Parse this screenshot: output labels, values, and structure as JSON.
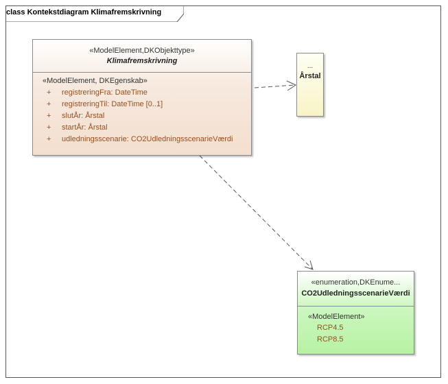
{
  "frame": {
    "title": "class Kontekstdiagram Klimafremskrivning"
  },
  "classes": {
    "klima": {
      "stereotype": "«ModelElement,DKObjekttype»",
      "name": "Klimafremskrivning",
      "attr_group": "«ModelElement, DKEgenskab»",
      "attributes": [
        {
          "vis": "+",
          "text": "registreringFra: DateTime"
        },
        {
          "vis": "+",
          "text": "registreringTil: DateTime [0..1]"
        },
        {
          "vis": "+",
          "text": "slutÅr: Årstal"
        },
        {
          "vis": "+",
          "text": "startÅr: Årstal"
        },
        {
          "vis": "+",
          "text": "udledningsscenarie: CO2UdledningsscenarieVærdi"
        }
      ]
    },
    "aarstal": {
      "ellipsis": "...",
      "name": "Årstal"
    },
    "enum": {
      "stereotype": "«enumeration,DKEnume...",
      "name": "CO2UdledningsscenarieVærdi",
      "lit_group": "«ModelElement»",
      "literals": [
        "RCP4.5",
        "RCP8.5"
      ]
    }
  },
  "colors": {
    "line": "#555555",
    "attribute_text": "#9a4e1e",
    "klima_fill": "#f3dfcf",
    "aarstal_fill": "#f8f4c6",
    "enum_fill": "#b7f2a4"
  }
}
